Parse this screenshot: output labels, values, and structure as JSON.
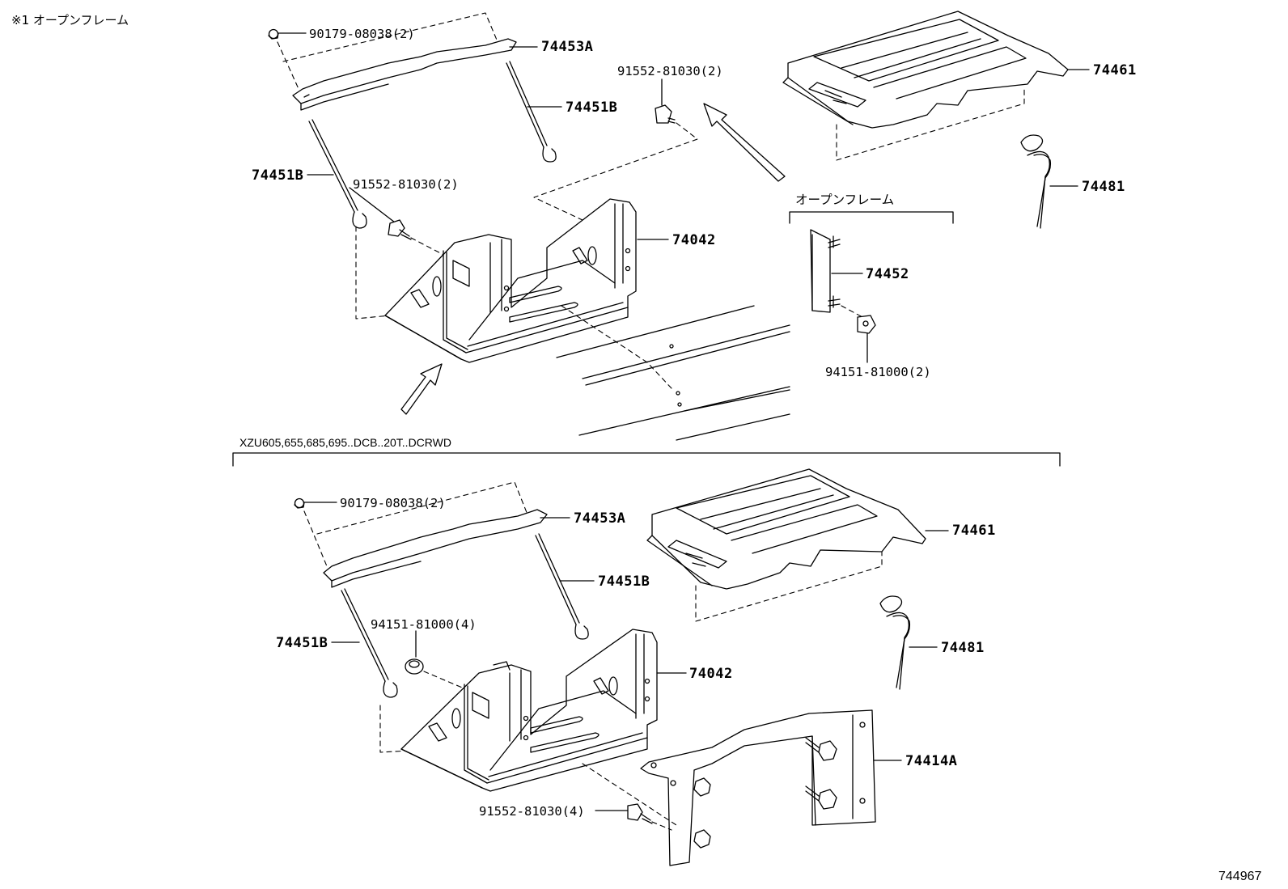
{
  "header_note": "※1 オープンフレーム",
  "figure_code": "744967",
  "top_section": {
    "labels": {
      "nut_90179": "90179-08038(2)",
      "clamp_74453A": "74453A",
      "bolt_74451B_right": "74451B",
      "bolt_74451B_left": "74451B",
      "bolt_91552_upper": "91552-81030(2)",
      "bolt_91552_mid": "91552-81030(2)",
      "tray_74042": "74042",
      "cover_74461": "74461",
      "wire_74481": "74481",
      "bracket_74452": "74452",
      "nut_94151": "94151-81000(2)"
    },
    "inset_title": "オープンフレーム"
  },
  "condition_label": "XZU605,655,685,695..DCB..20T..DCRWD",
  "bottom_section": {
    "labels": {
      "nut_90179": "90179-08038(2)",
      "clamp_74453A": "74453A",
      "bolt_74451B_right": "74451B",
      "bolt_74451B_left": "74451B",
      "nut_94151": "94151-81000(4)",
      "tray_74042": "74042",
      "cover_74461": "74461",
      "wire_74481": "74481",
      "bracket_74414A": "74414A",
      "bolt_91552": "91552-81030(4)"
    }
  }
}
